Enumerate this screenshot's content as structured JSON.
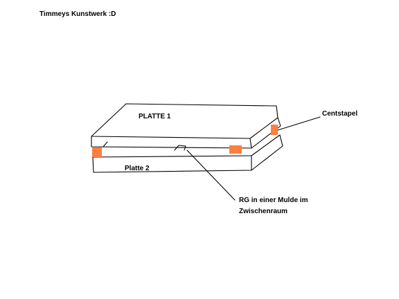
{
  "title": "Timmeys Kunstwerk :D",
  "labels": {
    "plate1": "PLATTE 1",
    "plate2": "Platte 2",
    "coin_stack": "Centstapel",
    "rg_line1": "RG in einer Mulde im",
    "rg_line2": "Zwischenraum"
  },
  "colors": {
    "coin": "#ff7f3f",
    "stroke": "#000000",
    "background": "#ffffff"
  }
}
